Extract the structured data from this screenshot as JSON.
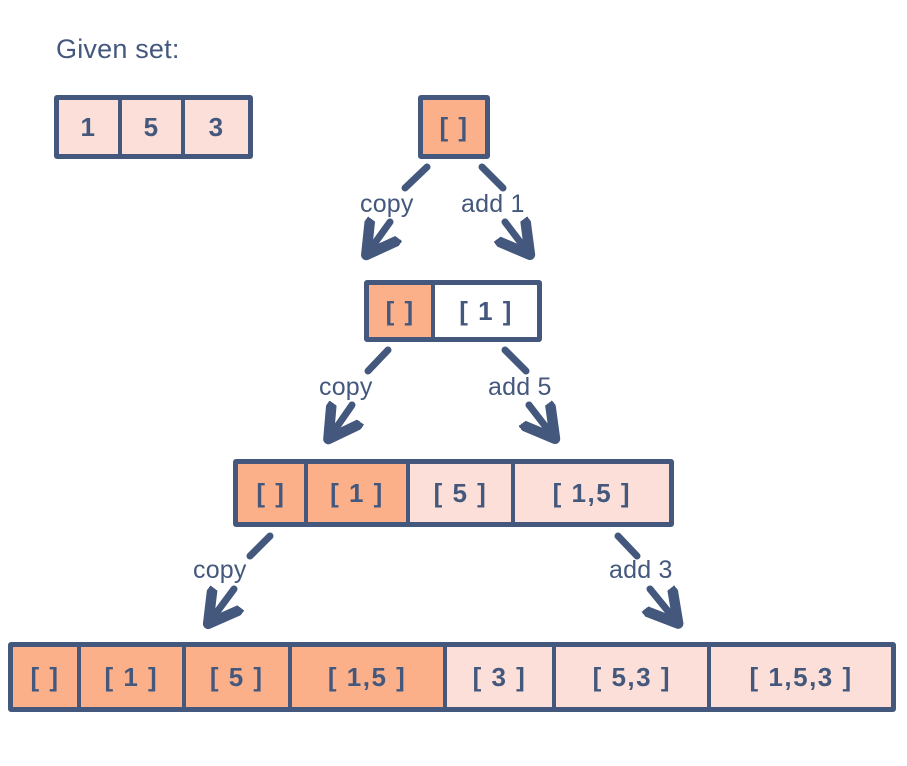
{
  "palette": {
    "ink": "#44587d",
    "orange": "#fbb089",
    "pink": "#fbdfd8",
    "white": "#ffffff",
    "background": "#ffffff"
  },
  "header": {
    "title": "Given set:"
  },
  "given_set": {
    "name": "given-set",
    "cells": [
      {
        "text": "1",
        "fill": "pink"
      },
      {
        "text": "5",
        "fill": "pink"
      },
      {
        "text": "3",
        "fill": "pink"
      }
    ]
  },
  "levels": [
    {
      "name": "level-1",
      "cells": [
        {
          "text": "[ ]",
          "fill": "orange"
        }
      ]
    },
    {
      "name": "level-2",
      "cells": [
        {
          "text": "[ ]",
          "fill": "orange"
        },
        {
          "text": "[ 1 ]",
          "fill": "white"
        }
      ]
    },
    {
      "name": "level-3",
      "cells": [
        {
          "text": "[ ]",
          "fill": "orange"
        },
        {
          "text": "[ 1 ]",
          "fill": "orange"
        },
        {
          "text": "[ 5 ]",
          "fill": "pink"
        },
        {
          "text": "[ 1,5 ]",
          "fill": "pink"
        }
      ]
    },
    {
      "name": "level-4",
      "cells": [
        {
          "text": "[ ]",
          "fill": "orange"
        },
        {
          "text": "[ 1 ]",
          "fill": "orange"
        },
        {
          "text": "[ 5 ]",
          "fill": "orange"
        },
        {
          "text": "[ 1,5 ]",
          "fill": "orange"
        },
        {
          "text": "[ 3 ]",
          "fill": "pink"
        },
        {
          "text": "[ 5,3 ]",
          "fill": "pink"
        },
        {
          "text": "[ 1,5,3 ]",
          "fill": "pink"
        }
      ]
    }
  ],
  "transitions": [
    {
      "name": "copy-1",
      "label": "copy",
      "direction": "left"
    },
    {
      "name": "add-1",
      "label": "add 1",
      "direction": "right"
    },
    {
      "name": "copy-2",
      "label": "copy",
      "direction": "left"
    },
    {
      "name": "add-2",
      "label": "add 5",
      "direction": "right"
    },
    {
      "name": "copy-3",
      "label": "copy",
      "direction": "left"
    },
    {
      "name": "add-3",
      "label": "add 3",
      "direction": "right"
    }
  ]
}
